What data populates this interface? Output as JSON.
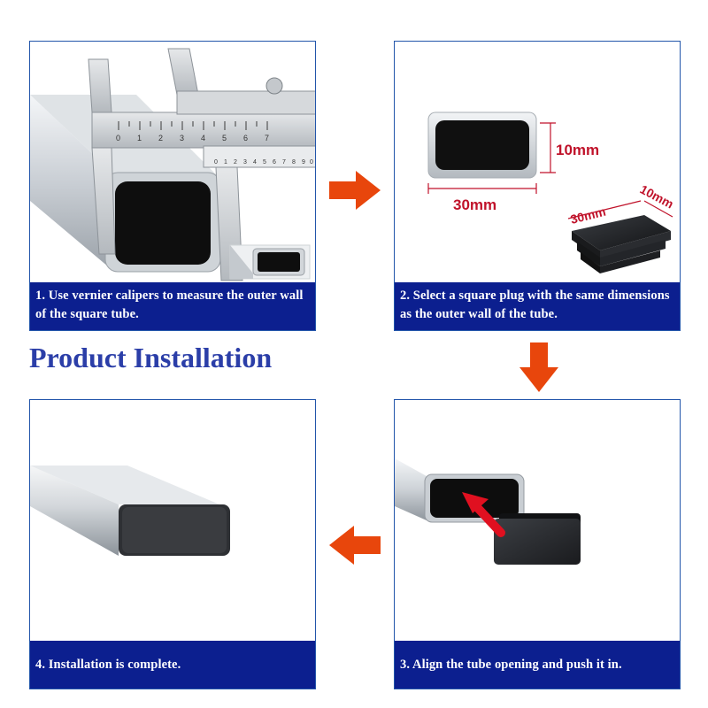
{
  "title": "Product Installation",
  "colors": {
    "caption_bg": "#0c1f8f",
    "title": "#2b3ea8",
    "arrow": "#e8460c",
    "dimension": "#c0122a"
  },
  "steps": [
    {
      "caption": "1. Use vernier calipers to measure the outer wall of the square tube."
    },
    {
      "caption": "2. Select a square plug with the same dimensions as the outer wall of the tube.",
      "dimensions": {
        "height": "10mm",
        "width": "30mm",
        "plug_width": "30mm",
        "plug_height": "10mm"
      }
    },
    {
      "caption": "3. Align the tube opening and push it in."
    },
    {
      "caption": "4. Installation is complete."
    }
  ],
  "caliper_scale": {
    "main": [
      "0",
      "1",
      "2",
      "3",
      "4",
      "5",
      "6",
      "7"
    ],
    "vernier": [
      "0",
      "1",
      "2",
      "3",
      "4",
      "5",
      "6",
      "7",
      "8",
      "9",
      "0"
    ]
  },
  "arrows": [
    "arrow-right",
    "arrow-down",
    "arrow-left"
  ]
}
